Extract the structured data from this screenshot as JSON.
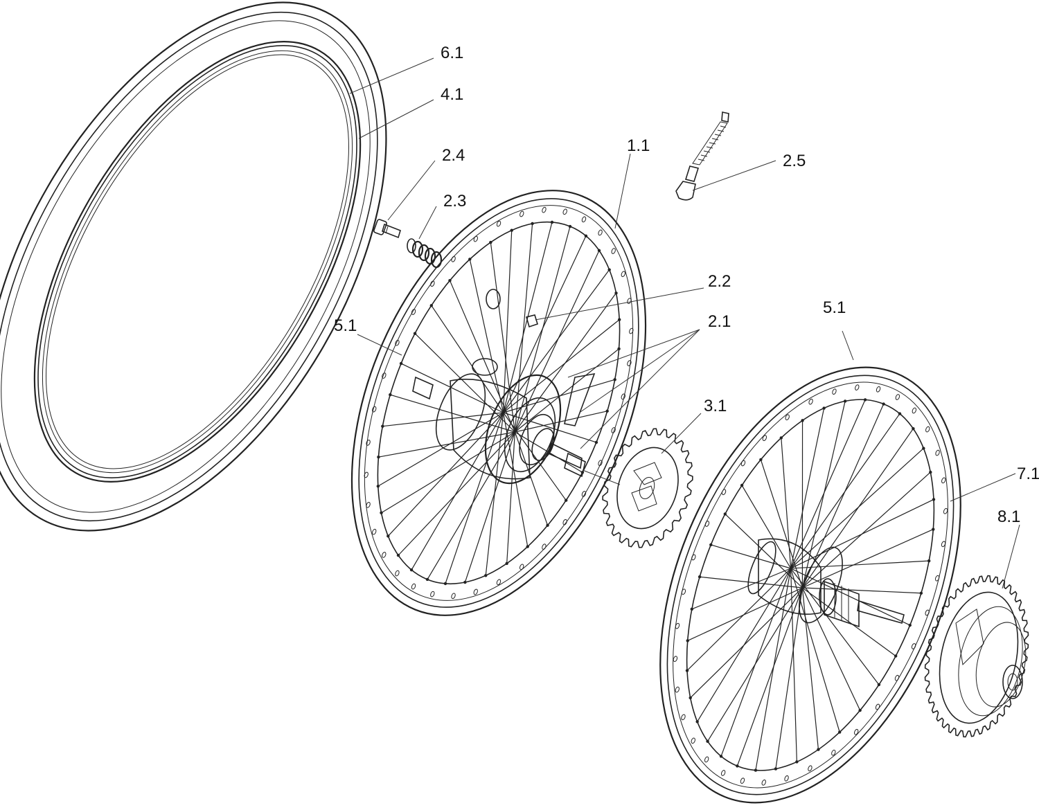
{
  "callouts": [
    {
      "id": "tire",
      "text": "6.1"
    },
    {
      "id": "rim-tape",
      "text": "4.1"
    },
    {
      "id": "bolt",
      "text": "2.4"
    },
    {
      "id": "spring",
      "text": "2.3"
    },
    {
      "id": "hub-front",
      "text": "1.1"
    },
    {
      "id": "cable",
      "text": "2.5"
    },
    {
      "id": "nut",
      "text": "2.2"
    },
    {
      "id": "spacers",
      "text": "2.1"
    },
    {
      "id": "rim-front",
      "text": "5.1"
    },
    {
      "id": "rim-rear",
      "text": "5.1"
    },
    {
      "id": "sprocket",
      "text": "3.1"
    },
    {
      "id": "rear-wheel",
      "text": "7.1"
    },
    {
      "id": "cassette",
      "text": "8.1"
    }
  ],
  "colors": {
    "line": "#222222",
    "background": "#ffffff"
  }
}
